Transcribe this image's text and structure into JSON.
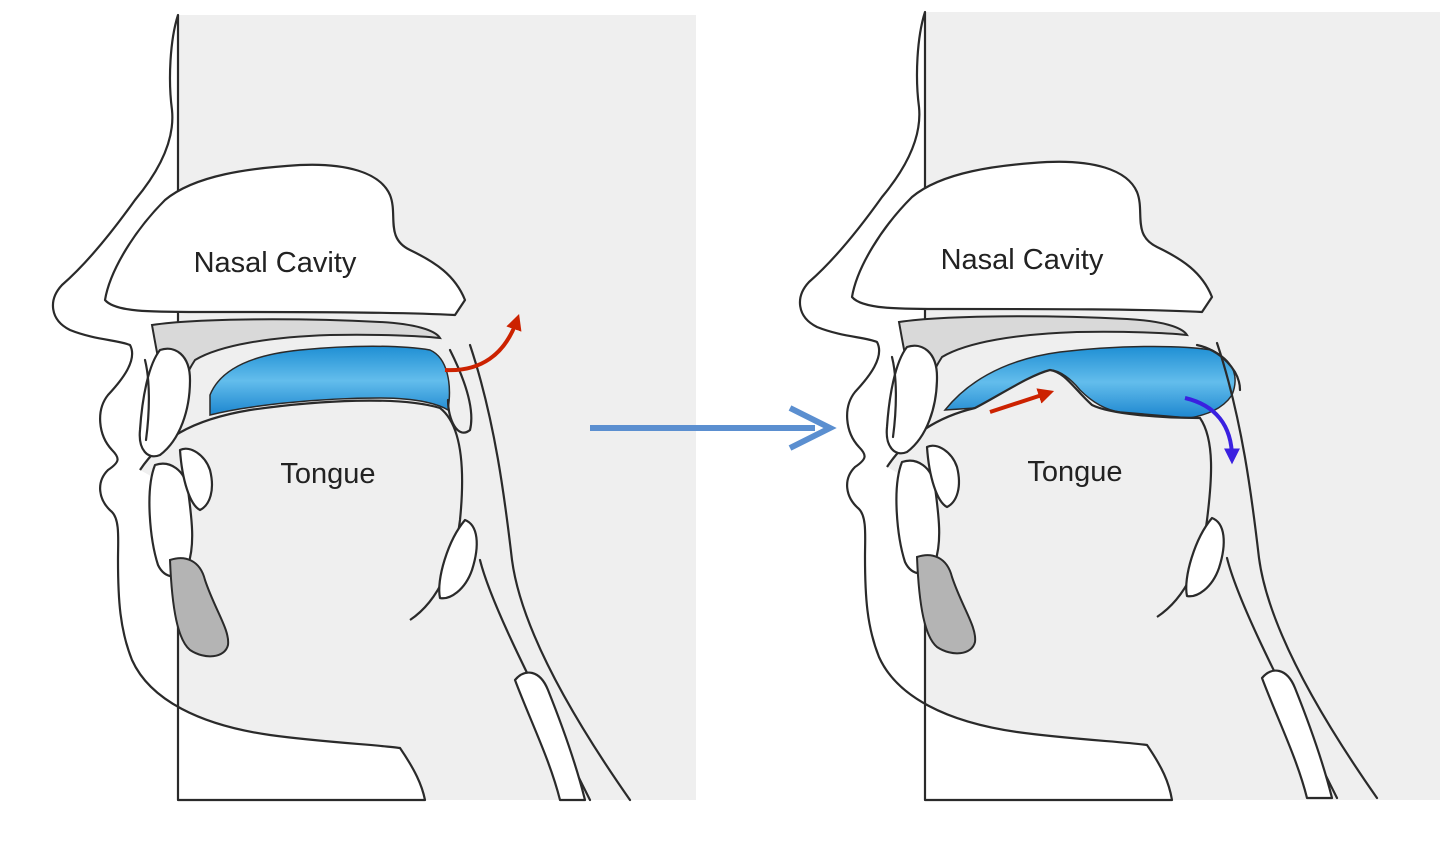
{
  "colors": {
    "background": "#ffffff",
    "panel": "#efefef",
    "bolus": "#3aa6df",
    "red_arrow": "#cc2200",
    "blue_arrow": "#3a20e0",
    "transition_arrow": "#5b8fd0"
  },
  "panels": [
    {
      "nasal_label": "Nasal Cavity",
      "tongue_label": "Tongue"
    },
    {
      "nasal_label": "Nasal Cavity",
      "tongue_label": "Tongue"
    }
  ]
}
